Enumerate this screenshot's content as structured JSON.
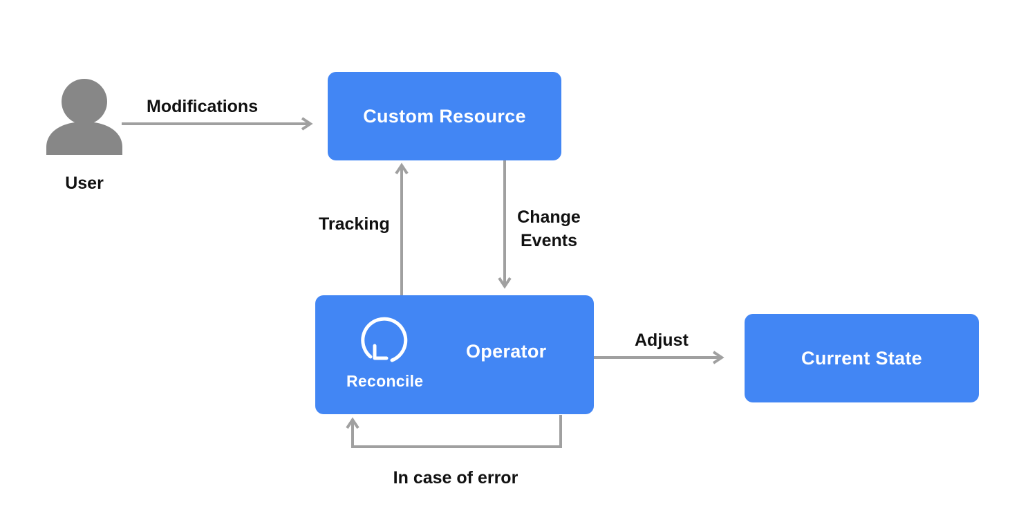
{
  "nodes": {
    "user": {
      "label": "User",
      "icon": "user-icon"
    },
    "custom_resource": {
      "label": "Custom Resource"
    },
    "operator": {
      "label": "Operator",
      "sub_label": "Reconcile",
      "icon": "reconcile-loop-icon"
    },
    "current_state": {
      "label": "Current State"
    }
  },
  "edges": {
    "modifications": {
      "label": "Modifications",
      "from": "User",
      "to": "Custom Resource"
    },
    "tracking": {
      "label": "Tracking",
      "from": "Operator",
      "to": "Custom Resource"
    },
    "change_events": {
      "line1": "Change",
      "line2": "Events",
      "from": "Custom Resource",
      "to": "Operator"
    },
    "adjust": {
      "label": "Adjust",
      "from": "Operator",
      "to": "Current State"
    },
    "error_loop": {
      "label": "In case of error",
      "from": "Operator",
      "to": "Operator"
    }
  },
  "colors": {
    "box_fill": "#4286f4",
    "connector": "#a0a0a0",
    "user_icon": "#878787",
    "text": "#111111",
    "box_text": "#ffffff"
  }
}
